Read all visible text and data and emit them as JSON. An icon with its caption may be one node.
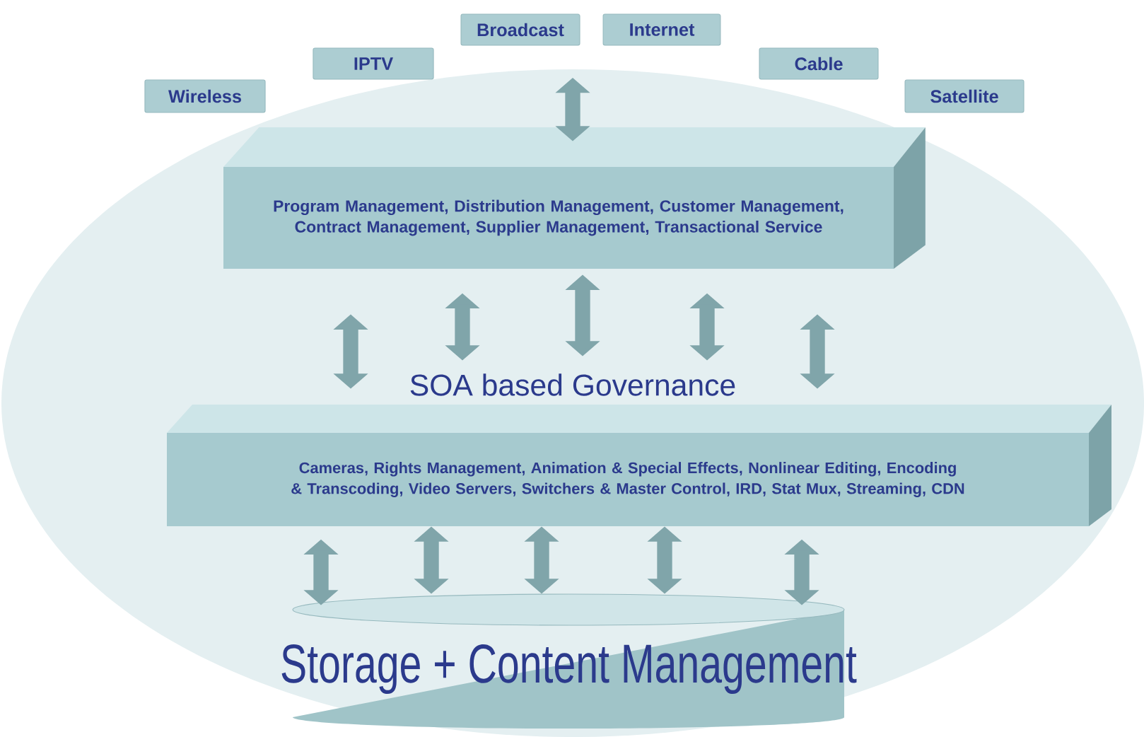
{
  "diagram": {
    "nodes": [
      {
        "text": [
          "Wireless"
        ]
      },
      {
        "text": [
          "IPTV"
        ]
      },
      {
        "text": [
          "Broadcast"
        ]
      },
      {
        "text": [
          "Internet"
        ]
      },
      {
        "text": [
          "Cable"
        ]
      },
      {
        "text": [
          "Satellite"
        ]
      },
      {
        "text": [
          "Program Management, Distribution Management, Customer Management, Contract Management, Supplier Management, Transactional Service"
        ]
      },
      {
        "text": [
          "Cameras, Rights Management, Animation & Special Effects, Nonlinear Editing, Encoding & Transcoding, Video Servers, Switchers & Master Control, IRD, Stat Mux, Streaming, CDN"
        ]
      },
      {
        "text": [
          "Storage + Content Management"
        ]
      }
    ],
    "edges": [
      {
        "from": null,
        "to": 6,
        "arrow": "both"
      },
      {
        "from": 6,
        "to": 7,
        "arrow": "both"
      },
      {
        "from": 6,
        "to": 7,
        "arrow": "both"
      },
      {
        "from": 6,
        "to": 7,
        "arrow": "both"
      },
      {
        "from": 6,
        "to": 7,
        "arrow": "both"
      },
      {
        "from": 6,
        "to": 7,
        "arrow": "both"
      },
      {
        "from": 7,
        "to": 8,
        "arrow": "both"
      },
      {
        "from": 7,
        "to": 8,
        "arrow": "both"
      },
      {
        "from": 7,
        "to": 8,
        "arrow": "both"
      },
      {
        "from": 7,
        "to": 8,
        "arrow": "both"
      },
      {
        "from": 7,
        "to": 8,
        "arrow": "both"
      }
    ],
    "labels": [
      "SOA based Governance"
    ]
  }
}
